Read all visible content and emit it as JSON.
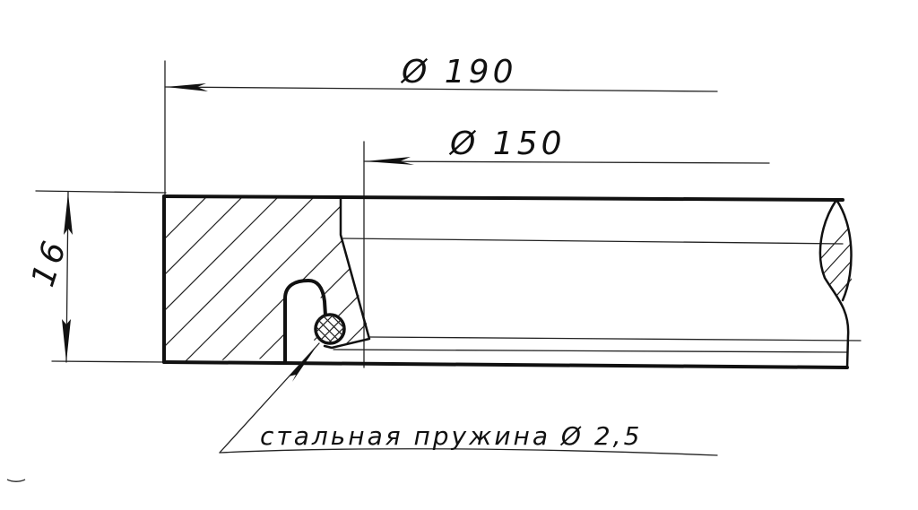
{
  "drawing": {
    "type": "hand-drawn technical cross-section",
    "subject": "seal ring with steel spring",
    "colors": {
      "ink": "#111111",
      "paper": "#ffffff"
    }
  },
  "dimensions": {
    "outer_diameter": {
      "symbol": "Ø",
      "value": "190",
      "label": "Ø 190"
    },
    "inner_diameter": {
      "symbol": "Ø",
      "value": "150",
      "label": "Ø 150"
    },
    "height": {
      "value": "16",
      "label": "16"
    }
  },
  "callout": {
    "text": "стальная пружина Ø 2,5",
    "material": "стальная пружина",
    "diameter_label": "Ø 2,5"
  }
}
